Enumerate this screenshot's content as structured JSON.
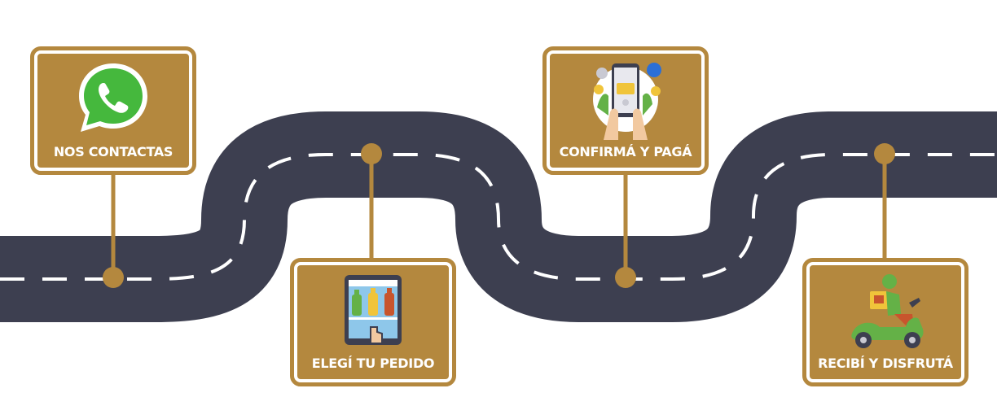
{
  "colors": {
    "road": "#3d3f50",
    "dash": "#ffffff",
    "gold": "#b4883e",
    "card_border": "#ffffff"
  },
  "steps": [
    {
      "label": "NOS CONTACTAS",
      "icon": "whatsapp-icon"
    },
    {
      "label": "ELEGÍ TU PEDIDO",
      "icon": "tablet-shop-icon"
    },
    {
      "label": "CONFIRMÁ Y PAGÁ",
      "icon": "phone-payment-icon"
    },
    {
      "label": "RECIBÍ Y DISFRUTÁ",
      "icon": "delivery-scooter-icon"
    }
  ]
}
